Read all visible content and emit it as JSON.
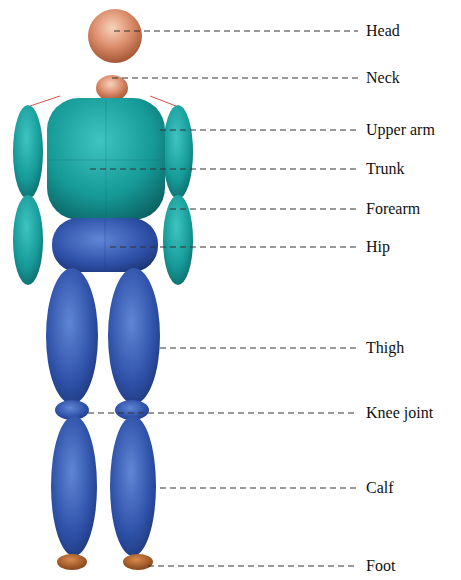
{
  "diagram": {
    "labels": [
      "Head",
      "Neck",
      "Upper arm",
      "Trunk",
      "Forearm",
      "Hip",
      "Thigh",
      "Knee joint",
      "Calf",
      "Foot"
    ]
  }
}
